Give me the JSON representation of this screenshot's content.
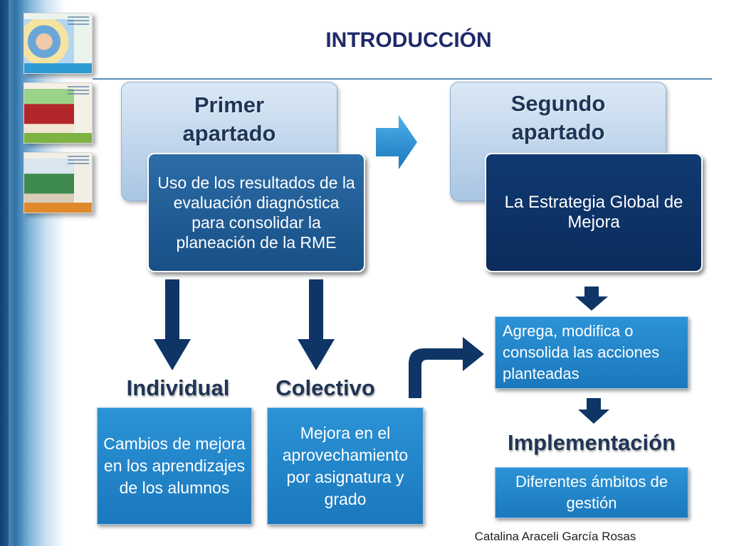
{
  "slide": {
    "title": "INTRODUCCIÓN",
    "footer": "Catalina Araceli García Rosas"
  },
  "left_column": {
    "header": "Primer apartado",
    "header_line1": "Primer",
    "header_line2": "apartado",
    "detail": "Uso de los resultados de la evaluación diagnóstica para consolidar la planeación de la RME"
  },
  "right_column": {
    "header": "Segundo apartado",
    "header_line1": "Segundo",
    "header_line2": "apartado",
    "detail": "La Estrategia Global de Mejora"
  },
  "branches": {
    "individual": {
      "label": "Individual",
      "text": "Cambios de mejora en los aprendizajes de los alumnos"
    },
    "colectivo": {
      "label": "Colectivo",
      "text": "Mejora en el aprovechamiento por asignatura y grado"
    }
  },
  "flow": {
    "step1": "Agrega, modifica o consolida las acciones planteadas",
    "implementation_label": "Implementación",
    "step2": "Diferentes ámbitos de gestión"
  },
  "colors": {
    "title": "#1f2a6b",
    "navy_arrow": "#0e3566",
    "light_arrow": "#2b8fd4",
    "bright_box": "#2085c9"
  }
}
